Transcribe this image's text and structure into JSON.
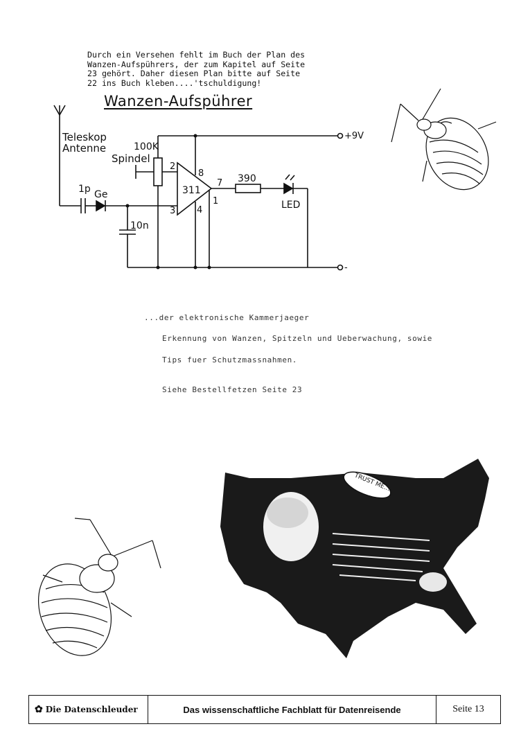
{
  "intro": {
    "lines": [
      "Durch ein Versehen fehlt im Buch der Plan des",
      "Wanzen-Aufspührers, der zum Kapitel auf Seite",
      "23 gehört. Daher diesen Plan bitte auf Seite",
      "22 ins Buch kleben....'tschuldigung!"
    ]
  },
  "title": "Wanzen-Aufspührer",
  "circuit": {
    "antenna_label_1": "Teleskop",
    "antenna_label_2": "Antenne",
    "pot_value": "100K",
    "pot_label": "Spindel",
    "cap1": "1p",
    "diode": "Ge",
    "cap2": "10n",
    "ic": "311",
    "pin2": "2",
    "pin3": "3",
    "pin4": "4",
    "pin7": "7",
    "pin8": "8",
    "pin1": "1",
    "resistor": "390",
    "led": "LED",
    "vplus": "+9V",
    "vminus": "-"
  },
  "ad": {
    "line1": "...der elektronische Kammerjaeger",
    "line2": "Erkennung von Wanzen, Spitzeln und Ueberwachung, sowie",
    "line3": "Tips fuer Schutzmassnahmen.",
    "line4": "Siehe Bestellfetzen Seite 23"
  },
  "collage": {
    "button_text": "TRUST ME..."
  },
  "footer": {
    "logo": "Die Datenschleuder",
    "tagline": "Das wissenschaftliche Fachblatt für Datenreisende",
    "page": "Seite 13"
  }
}
